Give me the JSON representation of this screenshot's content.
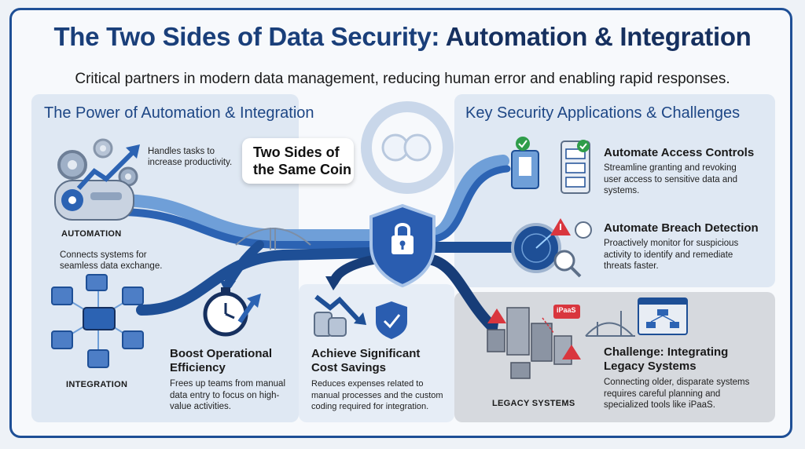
{
  "header": {
    "title_part1": "The Two Sides of Data Security: ",
    "title_part2": "Automation & Integration",
    "subtitle": "Critical partners in modern data management, reducing human error and enabling rapid responses."
  },
  "left_panel": {
    "heading": "The Power of Automation & Integration",
    "automation": {
      "label": "AUTOMATION",
      "note_line1": "Handles tasks to",
      "note_line2": "increase productivity."
    },
    "integration": {
      "label": "INTEGRATION",
      "note_line1": "Connects systems for",
      "note_line2": "seamless data exchange."
    },
    "efficiency": {
      "title_line1": "Boost Operational",
      "title_line2": "Efficiency",
      "desc_line1": "Frees up teams from manual",
      "desc_line2": "data entry to focus on high-",
      "desc_line3": "value activities."
    }
  },
  "center": {
    "bubble_line1": "Two Sides of",
    "bubble_line2": "the Same Coin",
    "savings": {
      "title_line1": "Achieve Significant",
      "title_line2": "Cost Savings",
      "desc_line1": "Reduces expenses related to",
      "desc_line2": "manual processes and the custom",
      "desc_line3": "coding required for integration."
    }
  },
  "right_panel": {
    "heading": "Key Security Applications & Challenges",
    "access": {
      "title": "Automate Access Controls",
      "desc_line1": "Streamline granting and revoking",
      "desc_line2": "user access to sensitive data and",
      "desc_line3": "systems."
    },
    "breach": {
      "title": "Automate Breach Detection",
      "desc_line1": "Proactively monitor for suspicious",
      "desc_line2": "activity to identify and remediate",
      "desc_line3": "threats faster."
    },
    "legacy": {
      "label": "LEGACY SYSTEMS",
      "badge": "iPaaS",
      "title_line1": "Challenge: Integrating",
      "title_line2": "Legacy Systems",
      "desc_line1": "Connecting older, disparate systems",
      "desc_line2": "requires careful planning and",
      "desc_line3": "specialized tools like iPaaS."
    }
  },
  "colors": {
    "primary_blue": "#1e4f96",
    "dark_blue": "#16305f",
    "light_blue": "#6f9fd8",
    "alert_red": "#d9363e",
    "check_green": "#2f9d4a"
  }
}
